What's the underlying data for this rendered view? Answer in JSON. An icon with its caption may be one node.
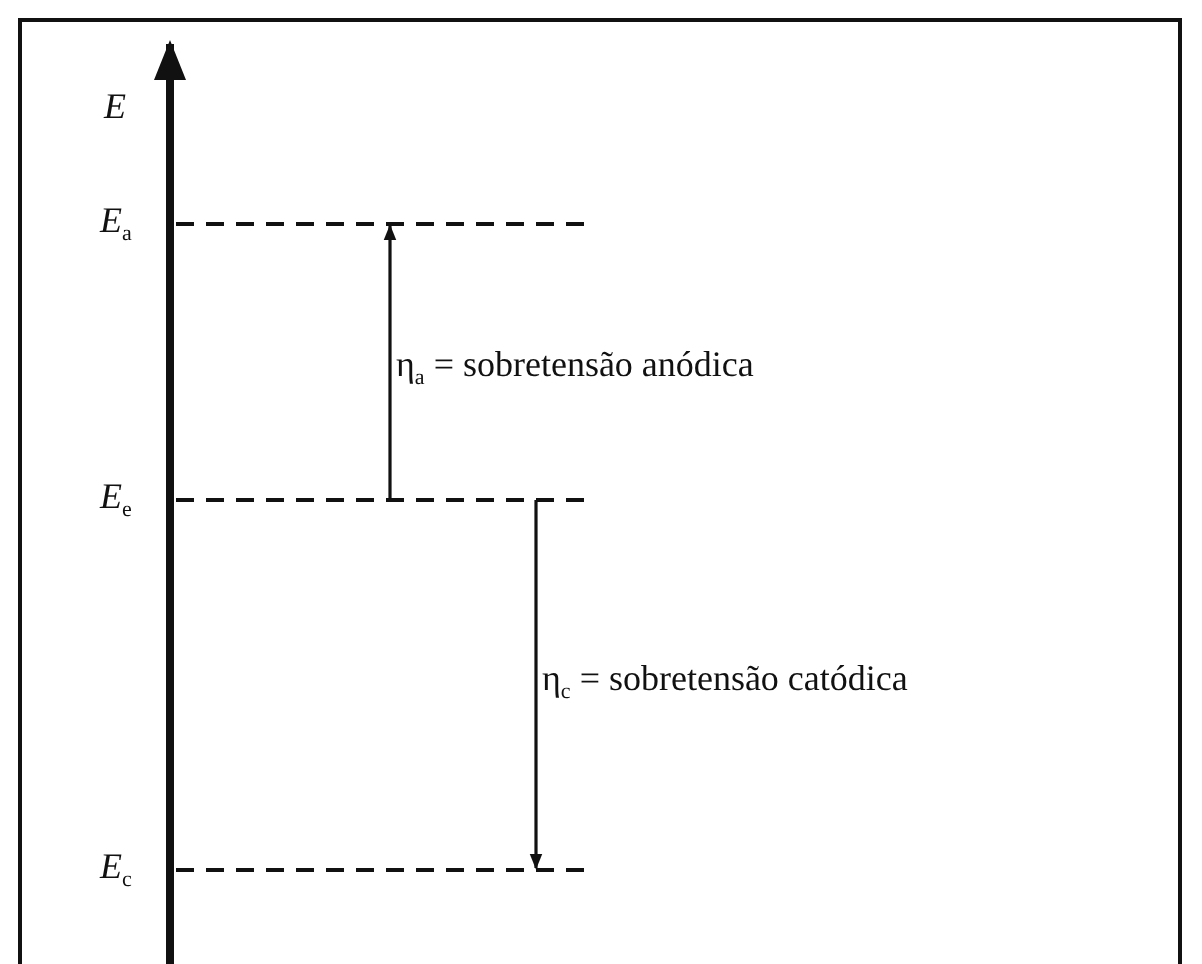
{
  "diagram": {
    "labels": [
      "E",
      "*E*$_{a}$",
      "*E*$_{e}$",
      "*E*$_{c}$",
      "η$_{a}$ = sobretensão anódica",
      "η$_{c}$ = sobretensão catódica"
    ]
  }
}
